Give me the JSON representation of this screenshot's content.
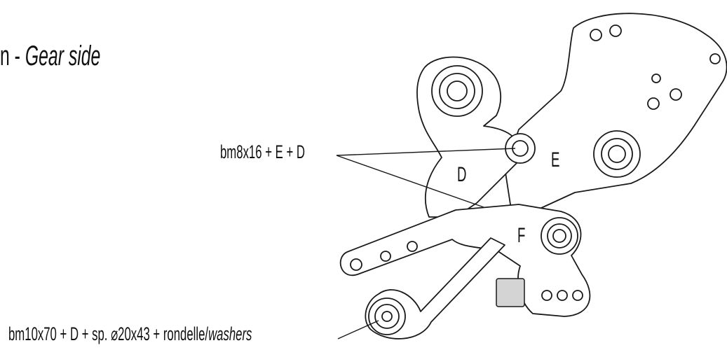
{
  "title": {
    "prefix": "n - ",
    "side": "Gear side"
  },
  "callouts": {
    "top": "bm8x16 + E + D",
    "bottom_main": "bm10x70 + D + sp. ⌀20x43 + rondelle/",
    "bottom_italic": "washers"
  },
  "parts": {
    "d": "D",
    "e": "E",
    "f": "F"
  }
}
